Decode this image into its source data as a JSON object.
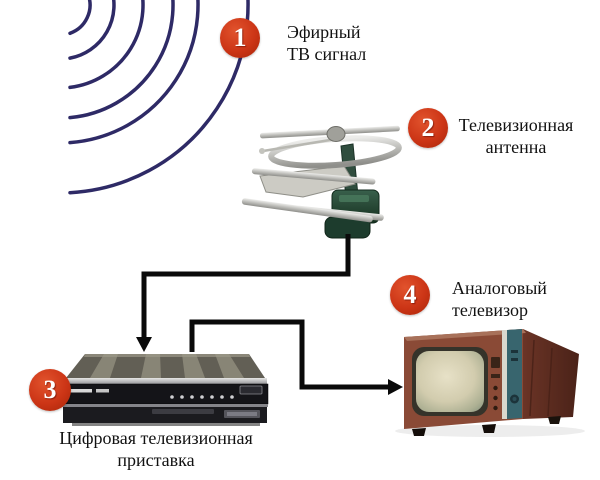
{
  "colors": {
    "background": "#ffffff",
    "badge_red": "#cc3516",
    "wave_blue": "#2e2a66",
    "arrow_black": "#0a0a0a",
    "text": "#111111"
  },
  "steps": [
    {
      "number": "1",
      "label": "Эфирный ТВ сигнал",
      "line1": "Эфирный",
      "line2": "ТВ сигнал",
      "component": "radio-waves"
    },
    {
      "number": "2",
      "label": "Телевизионная антенна",
      "line1": "Телевизионная",
      "line2": "антенна",
      "component": "tv-antenna"
    },
    {
      "number": "3",
      "label": "Цифровая телевизионная приставка",
      "line1": "Цифровая телевизионная",
      "line2": "приставка",
      "component": "set-top-box"
    },
    {
      "number": "4",
      "label": "Аналоговый телевизор",
      "line1": "Аналоговый",
      "line2": "телевизор",
      "component": "analog-tv"
    }
  ],
  "connections": [
    {
      "from": "tv-antenna",
      "to": "set-top-box"
    },
    {
      "from": "set-top-box",
      "to": "analog-tv"
    }
  ]
}
